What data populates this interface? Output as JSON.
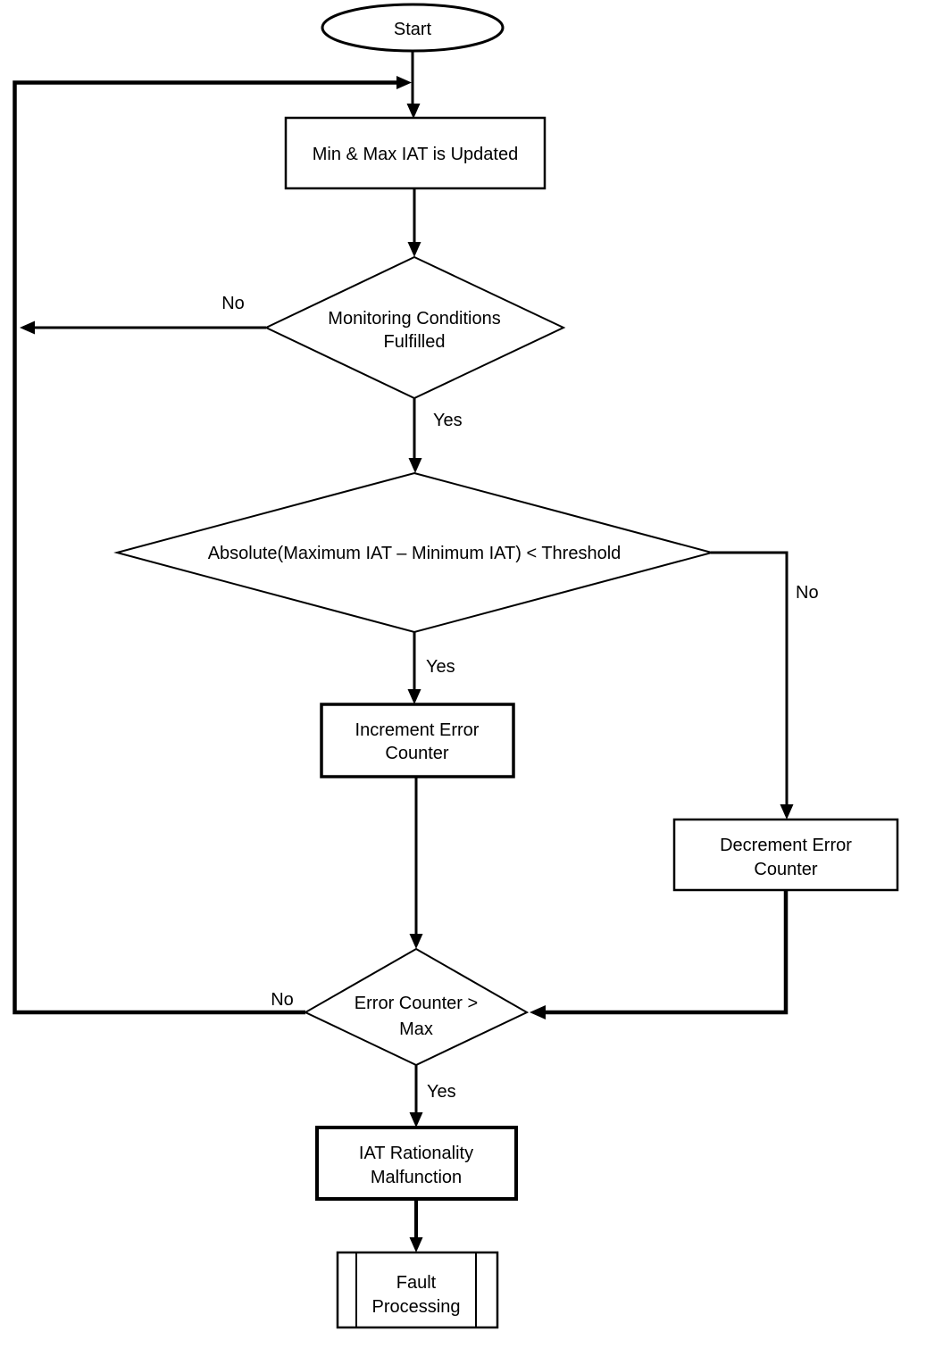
{
  "diagram": {
    "type": "flowchart",
    "colors": {
      "line": "#000000",
      "text": "#000000",
      "background": "#ffffff"
    },
    "nodes": {
      "start": {
        "shape": "terminator",
        "label": "Start"
      },
      "update_iat": {
        "shape": "process",
        "label": "Min & Max IAT is Updated"
      },
      "monitoring_conditions": {
        "shape": "decision",
        "line1": "Monitoring Conditions",
        "line2": "Fulfilled"
      },
      "threshold_check": {
        "shape": "decision",
        "label": "Absolute(Maximum IAT – Minimum IAT) < Threshold"
      },
      "increment_counter": {
        "shape": "process",
        "line1": "Increment Error",
        "line2": "Counter"
      },
      "decrement_counter": {
        "shape": "process",
        "line1": "Decrement Error",
        "line2": "Counter"
      },
      "error_counter_check": {
        "shape": "decision",
        "line1": "Error Counter >",
        "line2": "Max"
      },
      "iat_malfunction": {
        "shape": "process",
        "line1": "IAT Rationality",
        "line2": "Malfunction"
      },
      "fault_processing": {
        "shape": "predefined-process",
        "line1": "Fault",
        "line2": "Processing"
      }
    },
    "edge_labels": {
      "monitoring_no": "No",
      "monitoring_yes": "Yes",
      "threshold_no": "No",
      "threshold_yes": "Yes",
      "error_no": "No",
      "error_yes": "Yes"
    }
  }
}
